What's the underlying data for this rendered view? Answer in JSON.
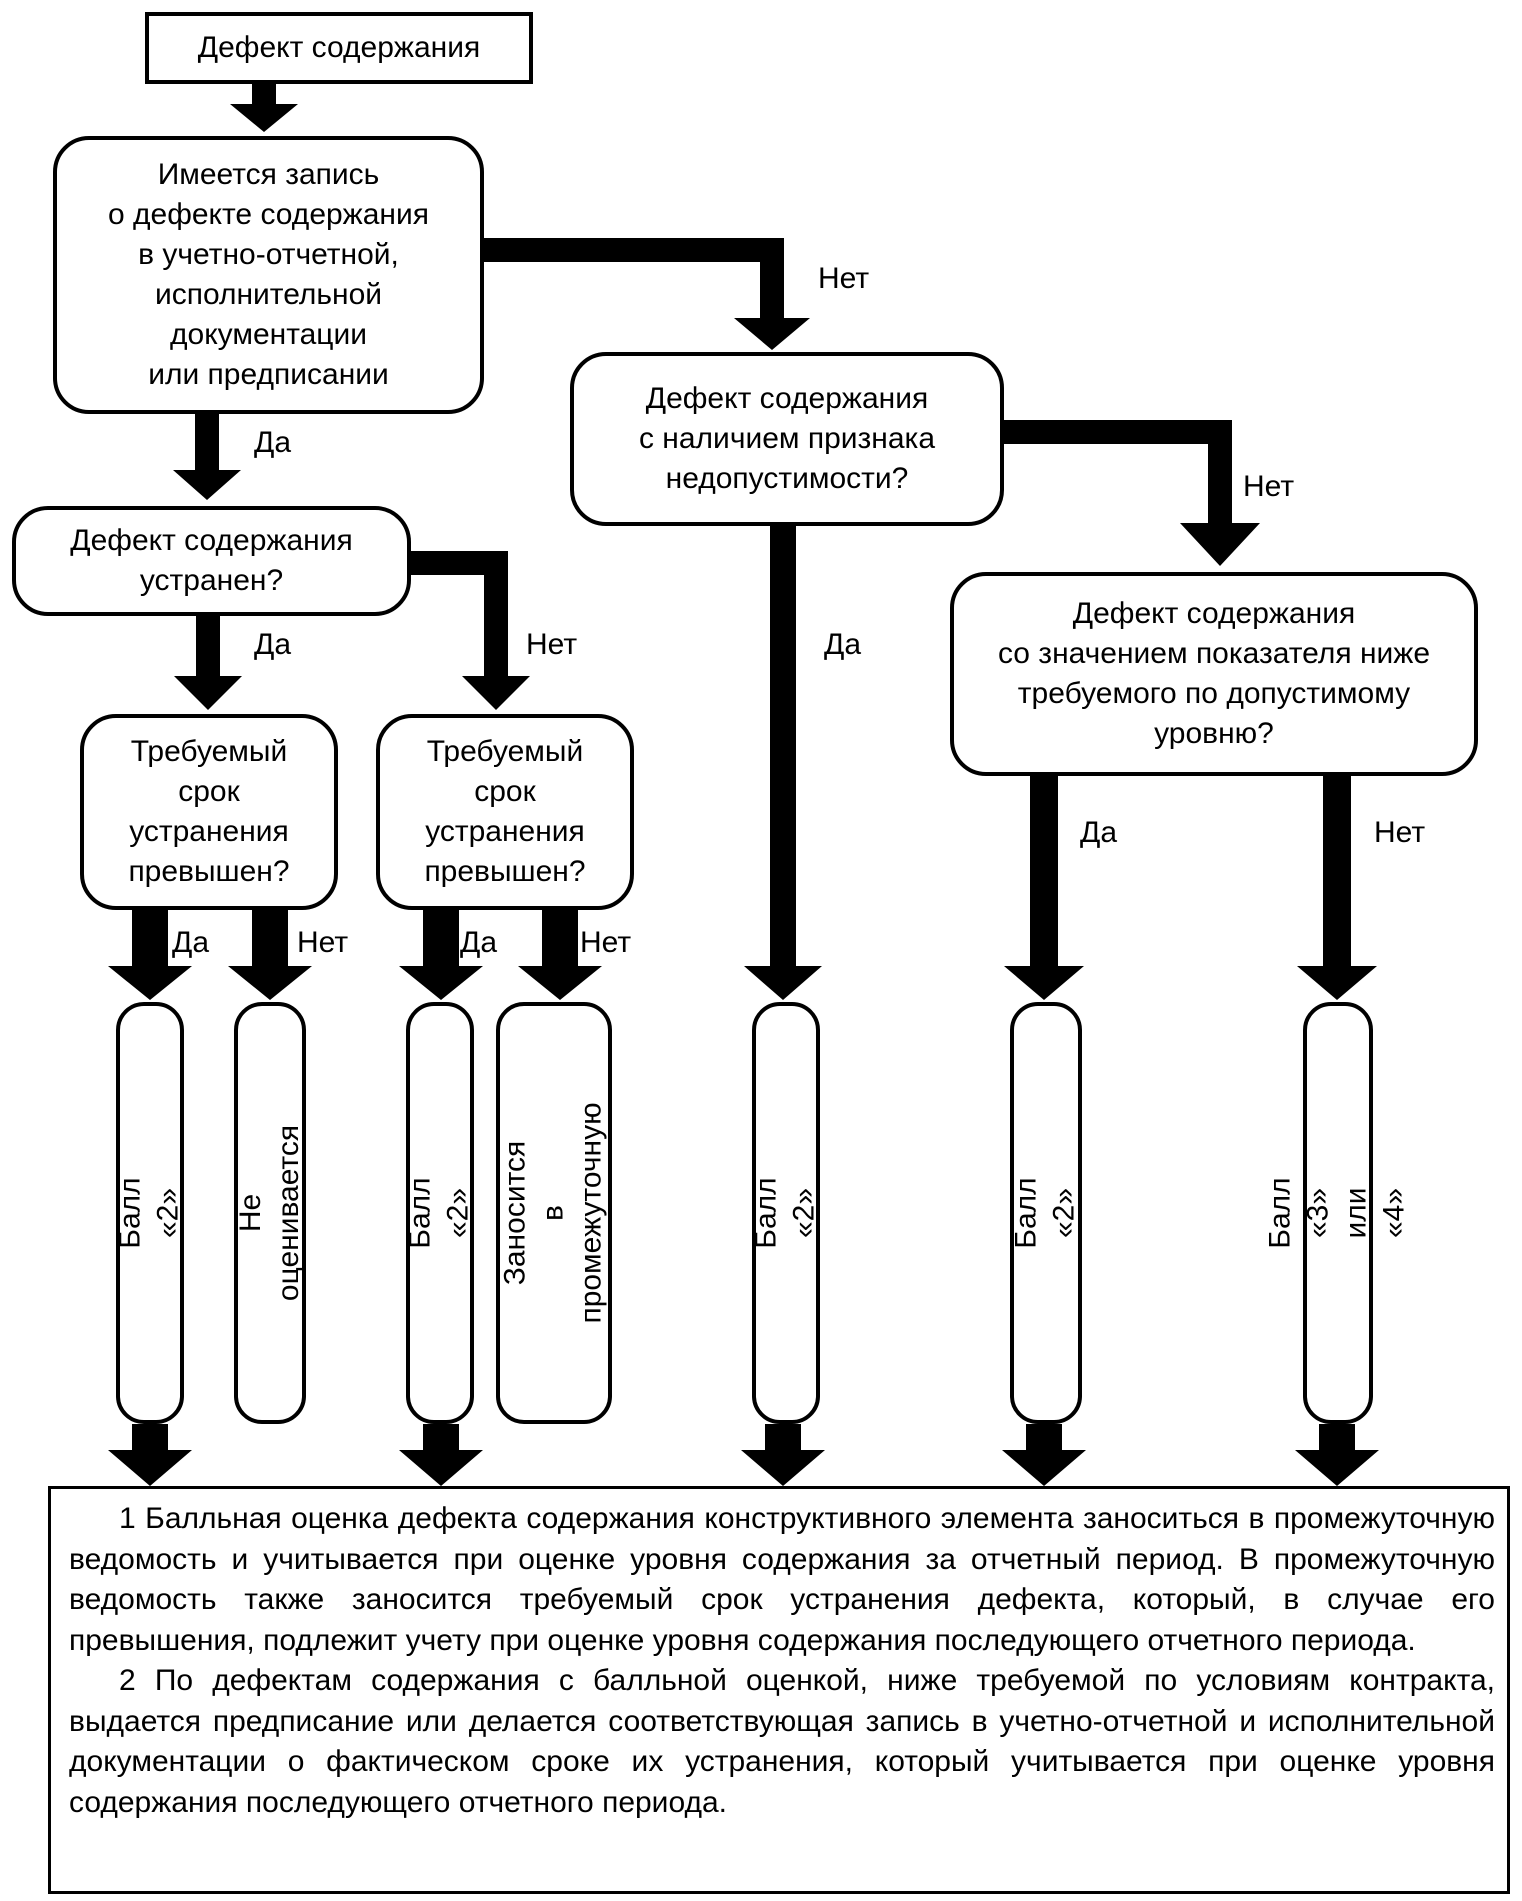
{
  "nodes": {
    "start": "Дефект содержания",
    "q_record": "Имеется запись\nо дефекте содержания\nв учетно-отчетной,\nисполнительной\nдокументации\nили предписании",
    "q_eliminated": "Дефект содержания\nустранен?",
    "q_term_left": "Требуемый\nсрок\nустранения\nпревышен?",
    "q_term_right": "Требуемый\nсрок\nустранения\nпревышен?",
    "q_unacceptable": "Дефект содержания\nс наличием признака\nнедопустимости?",
    "q_below": "Дефект содержания\nсо значением показателя ниже\nтребуемого по допустимому\nуровню?"
  },
  "results": {
    "r1": "Балл «2»",
    "r2": "Не оценивается",
    "r3": "Балл «2»",
    "r4": "Заносится\nв промежуточную",
    "r5": "Балл «2»",
    "r6": "Балл «2»",
    "r7": "Балл «3» или «4»"
  },
  "labels": {
    "yes": "Да",
    "no": "Нет"
  },
  "notes": [
    "1 Балльная оценка дефекта содержания конструктивного элемента заноситься в промежуточную ведомость и учитывается при оценке уровня содержания за отчетный период. В промежуточную ведомость также заносится требуемый срок устранения дефекта, который, в случае его превышения, подлежит учету при оценке уровня содержания последующего отчетного периода.",
    "2 По дефектам содержания с балльной оценкой, ниже требуемой по условиям контракта, выдается предписание или делается соответствующая запись в учетно-отчетной и исполнительной документации о фактическом сроке их устранения, который учитывается при оценке уровня содержания последующего отчетного периода."
  ],
  "colors": {
    "ink": "#000000",
    "paper": "#ffffff"
  }
}
